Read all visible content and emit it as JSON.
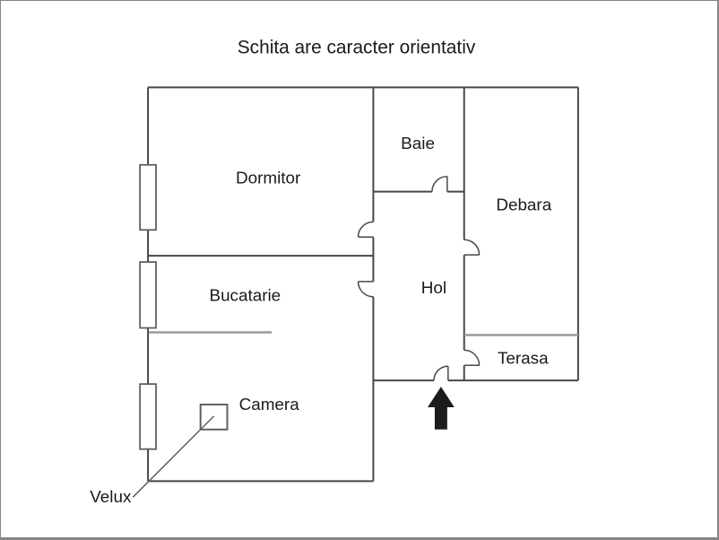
{
  "title": "Schita are caracter orientativ",
  "labels": {
    "dormitor": "Dormitor",
    "baie": "Baie",
    "debara": "Debara",
    "bucatarie": "Bucatarie",
    "hol": "Hol",
    "terasa": "Terasa",
    "camera": "Camera",
    "velux": "Velux"
  },
  "colors": {
    "wall": "#474747",
    "wall-light": "#9a9a9a",
    "window": "#5f5f5f",
    "arrow": "#1c1c1c",
    "text": "#1a1a1a",
    "border": "#858585",
    "background": "#ffffff"
  }
}
